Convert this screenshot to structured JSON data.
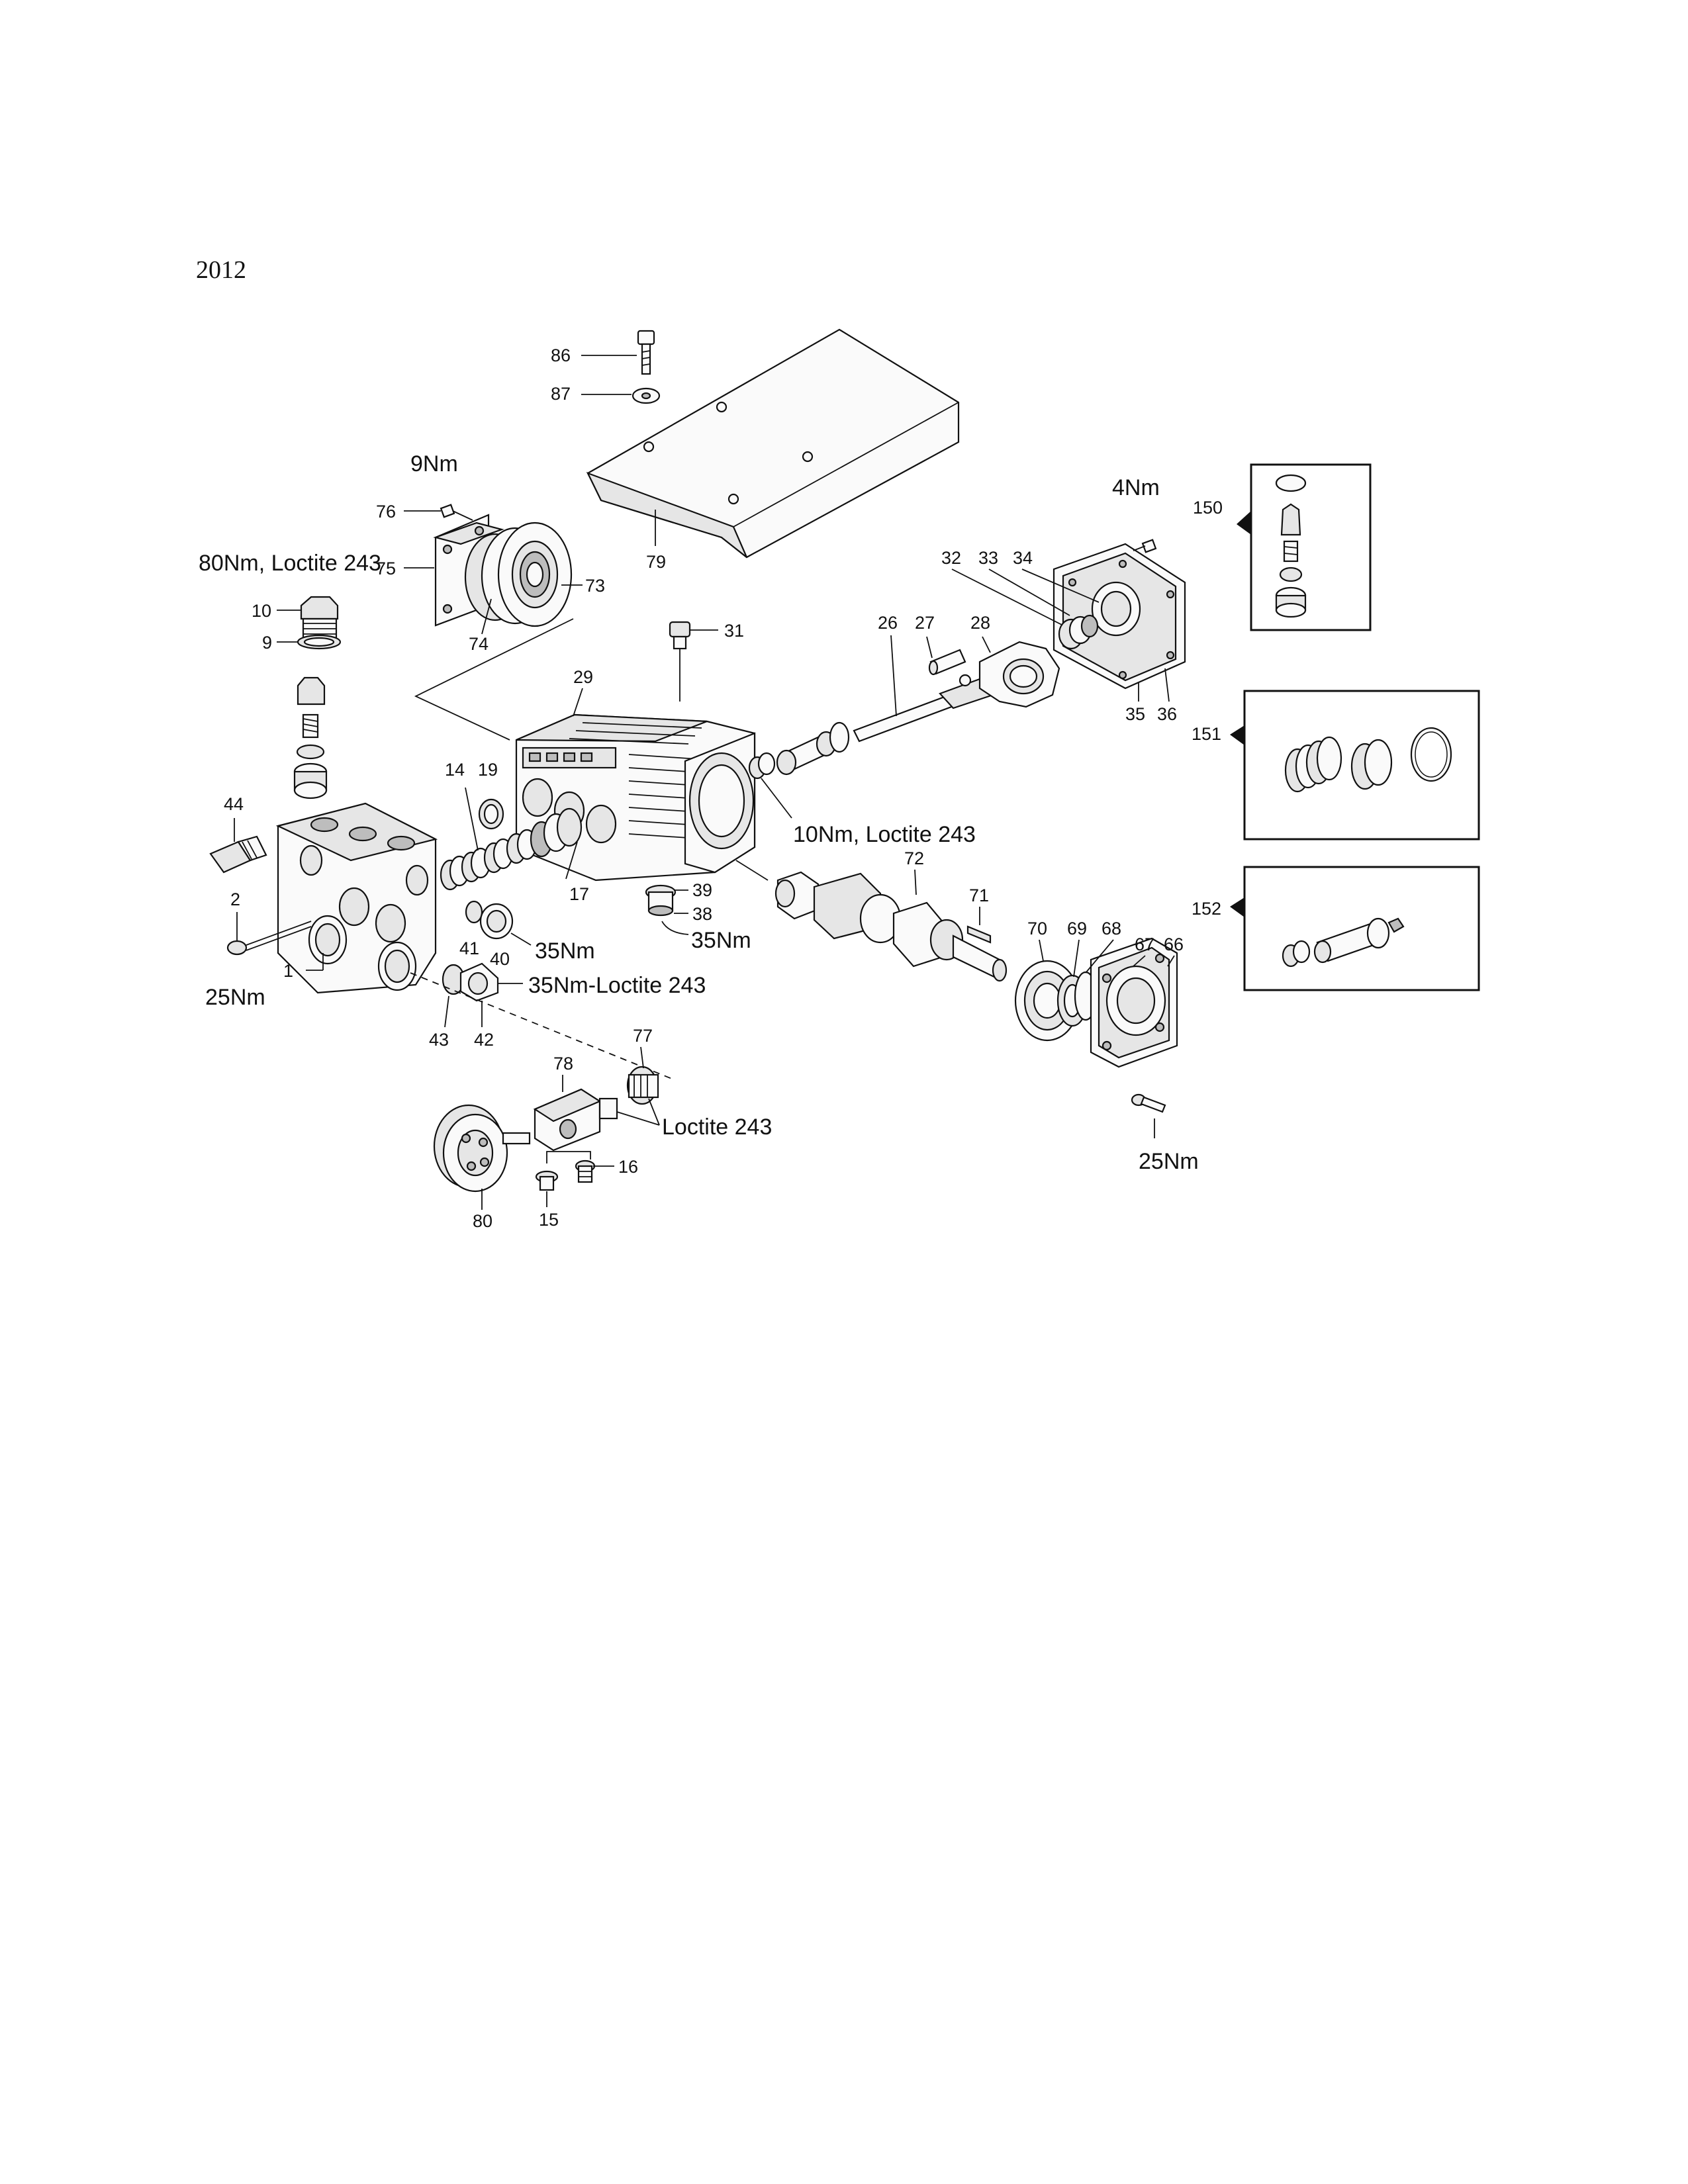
{
  "page": {
    "year_label": "2012"
  },
  "torque_notes": {
    "n_9nm": "9Nm",
    "n_80nm": "80Nm, Loctite 243",
    "n_4nm": "4Nm",
    "n_10nm": "10Nm, Loctite 243",
    "n_35nm_a": "35Nm",
    "n_35nm_b": "35Nm",
    "n_35nm_loctite": "35Nm-Loctite 243",
    "n_25nm_left": "25Nm",
    "n_25nm_right": "25Nm",
    "n_loctite": "Loctite 243"
  },
  "part_numbers": {
    "p1": "1",
    "p2": "2",
    "p9": "9",
    "p10": "10",
    "p14": "14",
    "p15": "15",
    "p16": "16",
    "p17": "17",
    "p19": "19",
    "p26": "26",
    "p27": "27",
    "p28": "28",
    "p29": "29",
    "p31": "31",
    "p32": "32",
    "p33": "33",
    "p34": "34",
    "p35": "35",
    "p36": "36",
    "p38": "38",
    "p39": "39",
    "p40": "40",
    "p41": "41",
    "p42": "42",
    "p43": "43",
    "p44": "44",
    "p66": "66",
    "p67": "67",
    "p68": "68",
    "p69": "69",
    "p70": "70",
    "p71": "71",
    "p72": "72",
    "p73": "73",
    "p74": "74",
    "p75": "75",
    "p76": "76",
    "p77": "77",
    "p78": "78",
    "p79": "79",
    "p80": "80",
    "p86": "86",
    "p87": "87",
    "p150": "150",
    "p151": "151",
    "p152": "152"
  }
}
